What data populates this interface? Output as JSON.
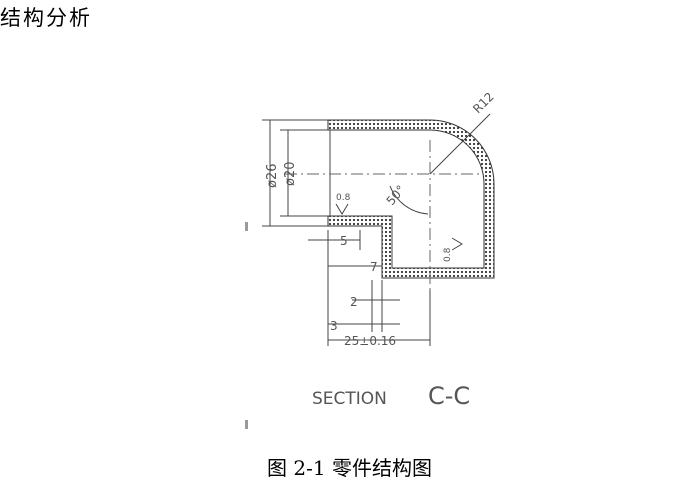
{
  "section_heading": "结构分析",
  "figure": {
    "caption": "图 2-1 零件结构图",
    "section_label": "SECTION",
    "section_id": "C-C",
    "dimensions": {
      "radius": "R12",
      "outer_diameter": "ø26",
      "inner_diameter": "ø20",
      "angle": "50°",
      "roughness_1": "0.8",
      "roughness_2": "0.8",
      "dim_5": "5",
      "dim_7": "7",
      "dim_2": "2",
      "dim_3": "3",
      "overall_length": "25±0.16"
    }
  }
}
